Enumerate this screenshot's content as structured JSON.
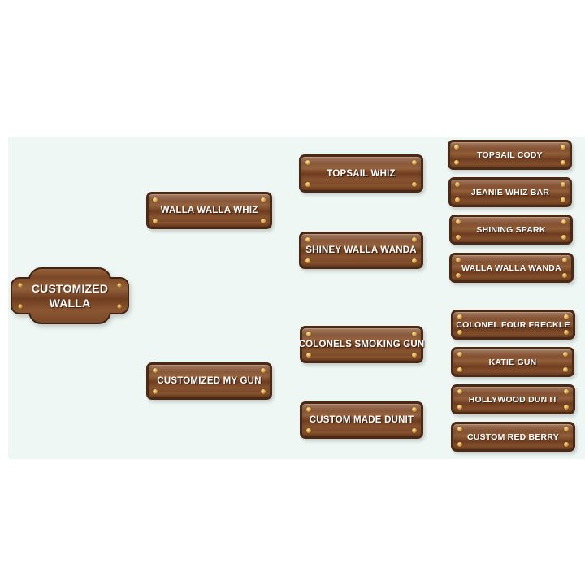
{
  "meta": {
    "description": "Horse pedigree chart rendered as wooden western-style name signs",
    "generations": 4
  },
  "colors": {
    "canvas_bg": "#ffffff",
    "panel_bg": "#eff7f4",
    "wood_mid": "#8a5531",
    "wood_dark": "#6f3d20",
    "wood_light": "#93603a",
    "sign_border": "#4a2915",
    "nail_gold": "#d89f3f",
    "text": "#ffffff"
  },
  "pedigree": {
    "root": {
      "name": "CUSTOMIZED WALLA"
    },
    "gen1": [
      {
        "name": "WALLA WALLA WHIZ"
      },
      {
        "name": "CUSTOMIZED MY GUN"
      }
    ],
    "gen2": [
      {
        "name": "TOPSAIL WHIZ"
      },
      {
        "name": "SHINEY WALLA WANDA"
      },
      {
        "name": "COLONELS SMOKING GUN"
      },
      {
        "name": "CUSTOM MADE DUNIT"
      }
    ],
    "gen3": [
      {
        "name": "TOPSAIL CODY"
      },
      {
        "name": "JEANIE WHIZ BAR"
      },
      {
        "name": "SHINING SPARK"
      },
      {
        "name": "WALLA WALLA WANDA"
      },
      {
        "name": "COLONEL FOUR FRECKLE"
      },
      {
        "name": "KATIE GUN"
      },
      {
        "name": "HOLLYWOOD DUN IT"
      },
      {
        "name": "CUSTOM RED BERRY"
      }
    ]
  }
}
